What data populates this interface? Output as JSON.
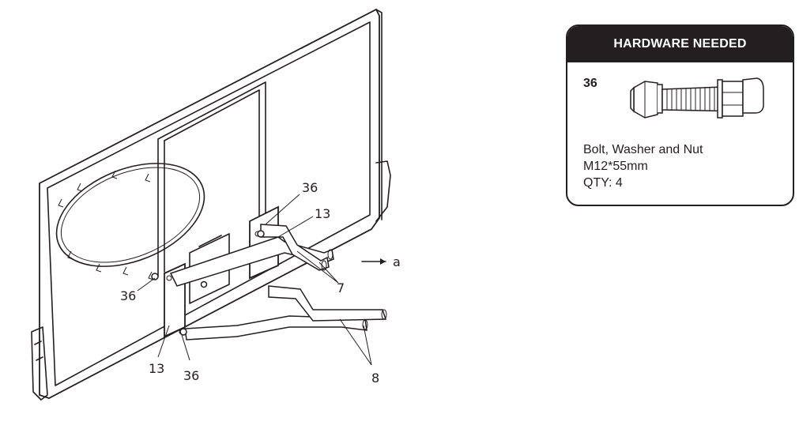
{
  "diagram": {
    "callouts": {
      "label_36_top": "36",
      "label_13_top": "13",
      "label_7": "7",
      "label_a": "a",
      "label_36_left": "36",
      "label_13_bottom": "13",
      "label_36_bottom": "36",
      "label_8": "8"
    }
  },
  "hardware": {
    "header": "HARDWARE NEEDED",
    "part_number": "36",
    "icon": "bolt-washer-nut-icon",
    "description": [
      "Bolt, Washer and Nut",
      "M12*55mm",
      "QTY: 4"
    ]
  }
}
